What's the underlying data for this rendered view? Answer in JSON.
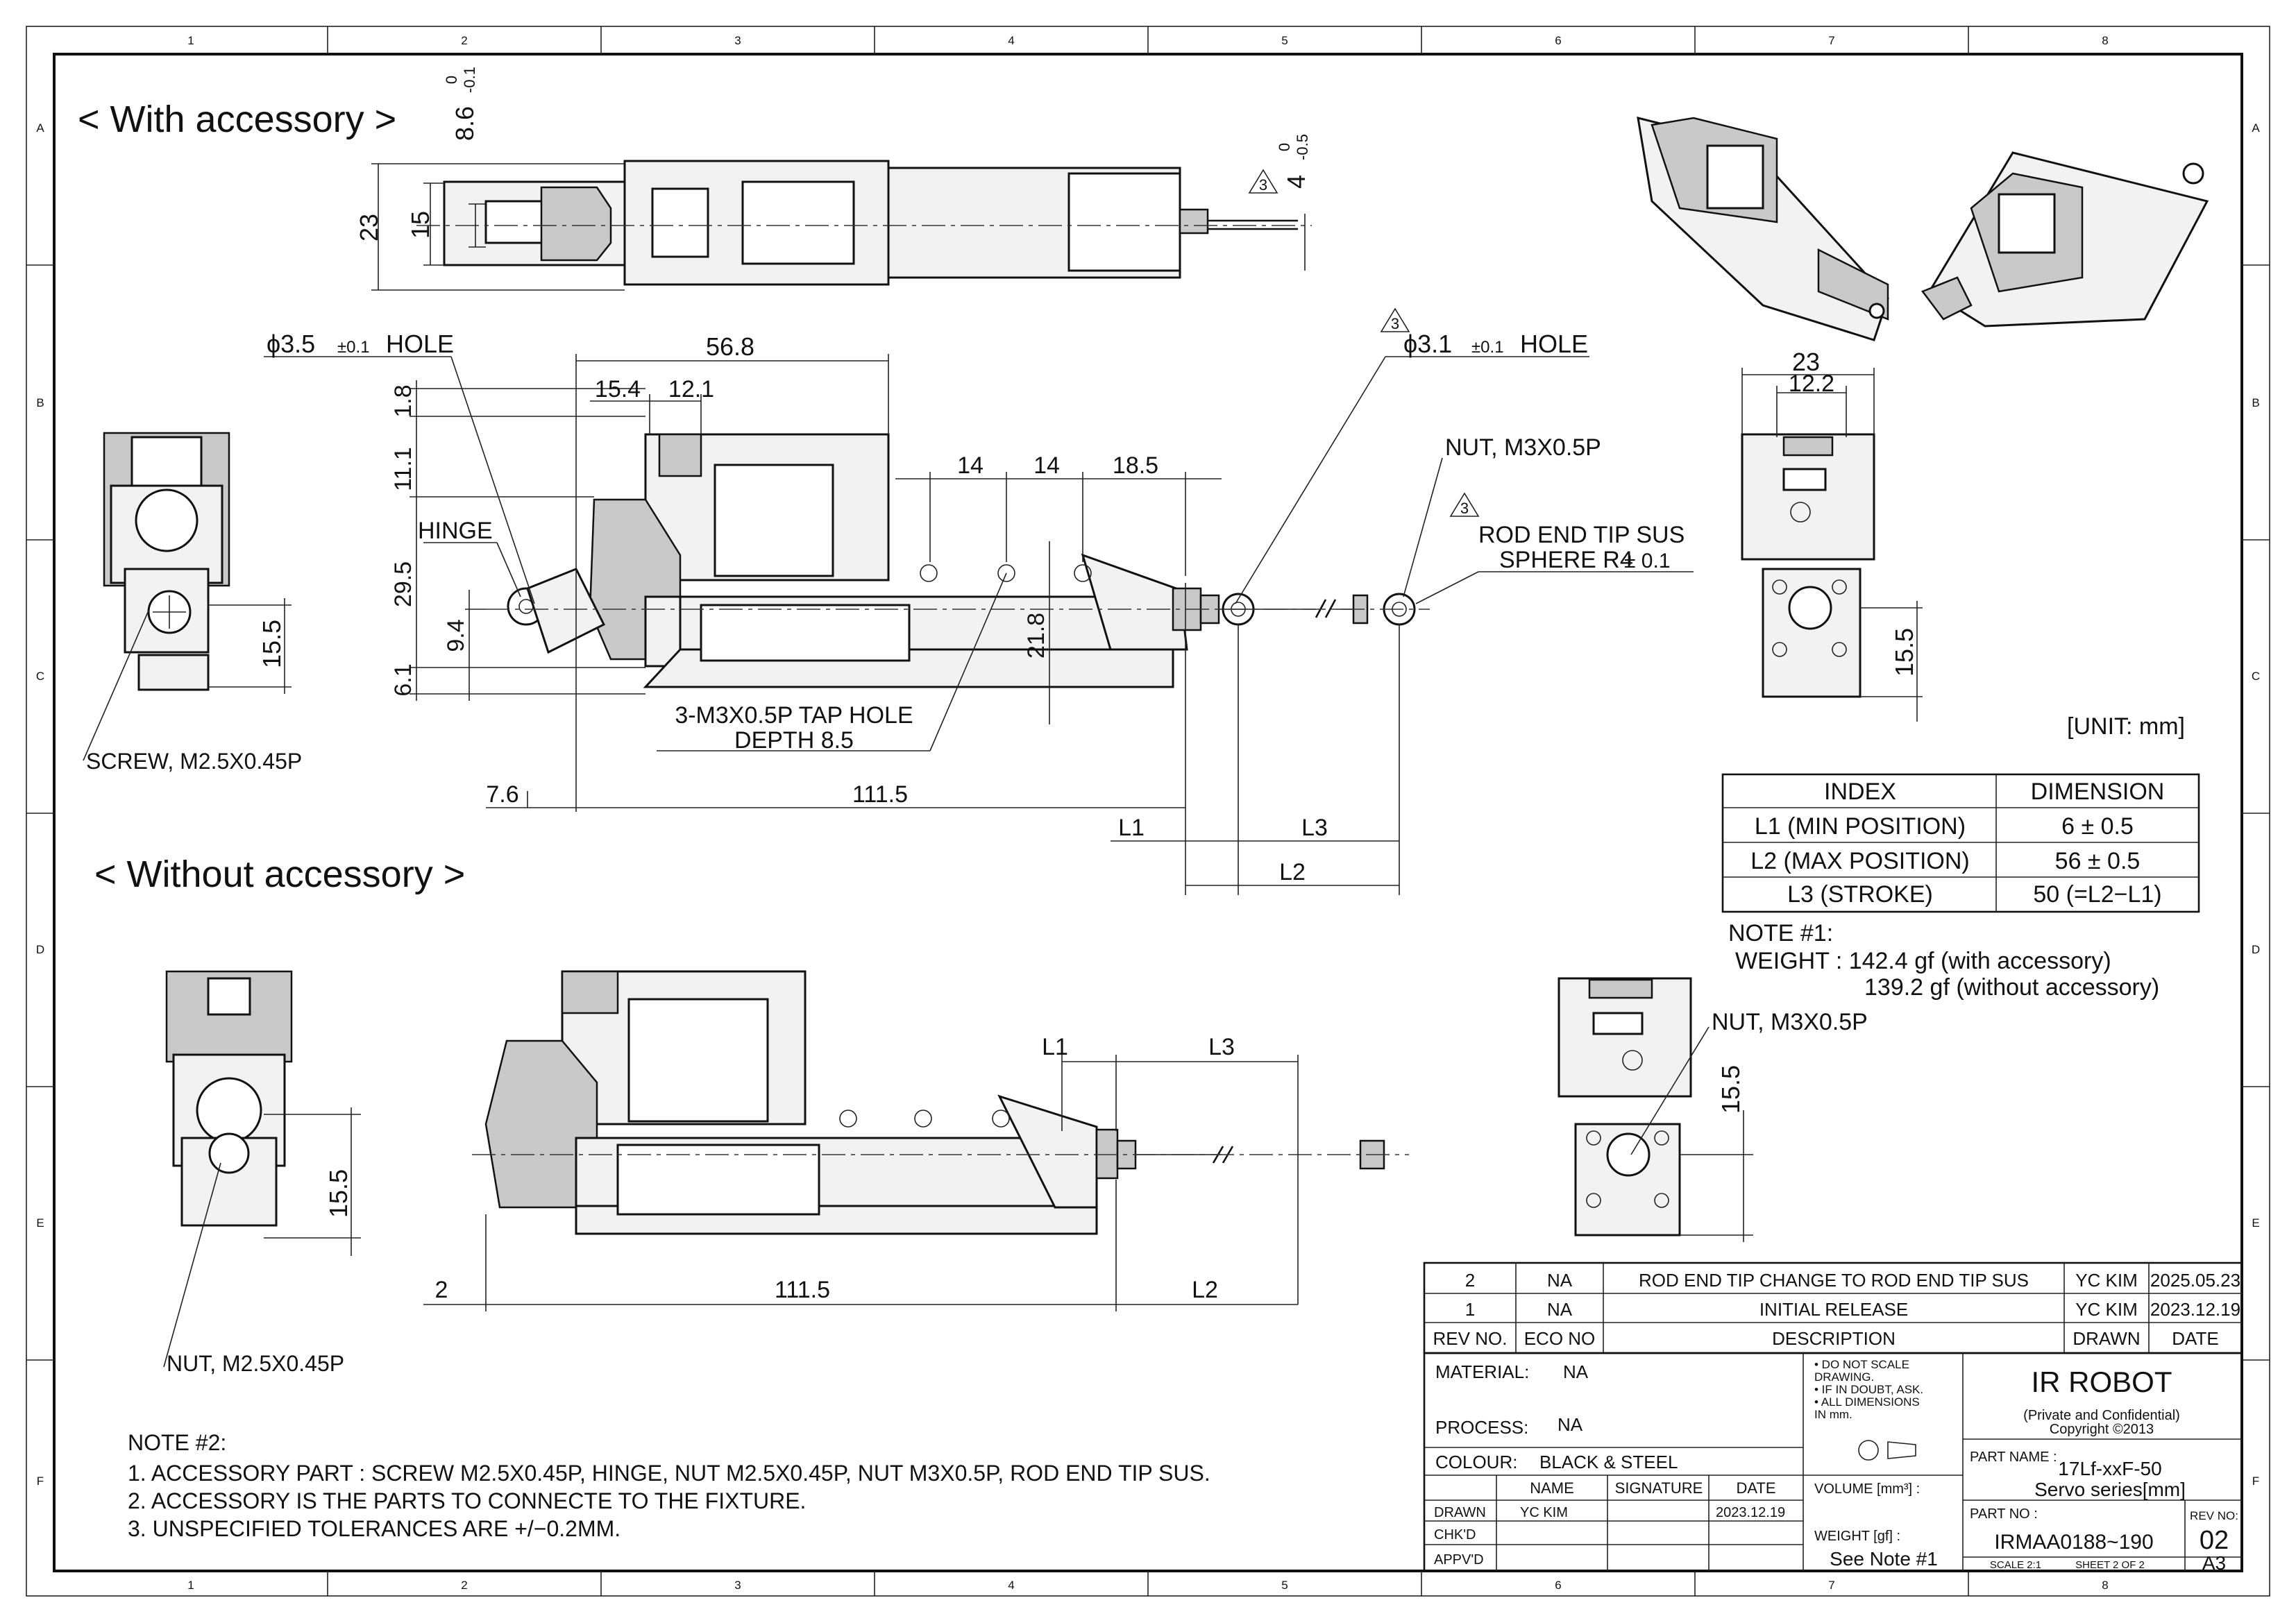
{
  "border": {
    "columns": [
      "1",
      "2",
      "3",
      "4",
      "5",
      "6",
      "7",
      "8"
    ],
    "rows": [
      "A",
      "B",
      "C",
      "D",
      "E",
      "F"
    ]
  },
  "views": {
    "with_title": "< With accessory >",
    "without_title": "< Without accessory >"
  },
  "with_dims": {
    "top_tol_a": "0",
    "top_tol_b": "-0.1",
    "top_height": "8.6",
    "d23": "23",
    "d15": "15",
    "rev_tag": "3",
    "rod_tol_a": "0",
    "rod_tol_b": "-0.5",
    "rod_dim": "4",
    "hole_left": "ϕ3.5",
    "hole_left_tol": "±0.1",
    "hole_left_word": "HOLE",
    "hole_right": "ϕ3.1",
    "hole_right_tol": "±0.1",
    "hole_right_word": "HOLE",
    "d56_8": "56.8",
    "d15_4": "15.4",
    "d12_1": "12.1",
    "d1_8": "1.8",
    "d11_1": "11.1",
    "d29_5": "29.5",
    "d9_4": "9.4",
    "d6_1": "6.1",
    "d14a": "14",
    "d14b": "14",
    "d18_5": "18.5",
    "d21_8": "21.8",
    "hinge": "HINGE",
    "nut_m3": "NUT, M3X0.5P",
    "rod_end_1": "ROD END TIP SUS",
    "rod_end_2": "SPHERE R4",
    "rod_end_tol": "± 0.1",
    "tap_1": "3-M3X0.5P TAP HOLE",
    "tap_2": "DEPTH 8.5",
    "d7_6": "7.6",
    "d111_5": "111.5",
    "l1": "L1",
    "l2": "L2",
    "l3": "L3",
    "screw": "SCREW, M2.5X0.45P",
    "d15_5_left": "15.5",
    "d23_right": "23",
    "d12_2": "12.2",
    "d15_5_right": "15.5"
  },
  "without_dims": {
    "l1": "L1",
    "l3": "L3",
    "l2": "L2",
    "d2": "2",
    "d111_5": "111.5",
    "d15_5_left": "15.5",
    "d15_5_right": "15.5",
    "nut_m3": "NUT, M3X0.5P",
    "nut_m25": "NUT, M2.5X0.45P"
  },
  "unit_label": "[UNIT: mm]",
  "dimension_table": {
    "headers": [
      "INDEX",
      "DIMENSION"
    ],
    "rows": [
      [
        "L1 (MIN POSITION)",
        "6 ± 0.5"
      ],
      [
        "L2 (MAX POSITION)",
        "56 ± 0.5"
      ],
      [
        "L3 (STROKE)",
        "50 (=L2−L1)"
      ]
    ]
  },
  "note1": {
    "title": "NOTE #1:",
    "weight_label": "WEIGHT : 142.4 gf  (with accessory)",
    "weight_line2": "139.2 gf  (without accessory)"
  },
  "note2": {
    "title": "NOTE #2:",
    "lines": [
      "1. ACCESSORY PART :  SCREW M2.5X0.45P, HINGE, NUT M2.5X0.45P, NUT M3X0.5P, ROD END TIP SUS.",
      "2. ACCESSORY IS THE PARTS TO CONNECTE TO THE FIXTURE.",
      "3. UNSPECIFIED TOLERANCES ARE +/−0.2MM."
    ]
  },
  "revisions": {
    "rows": [
      [
        "2",
        "NA",
        "ROD END TIP CHANGE TO ROD END TIP SUS",
        "YC KIM",
        "2025.05.23"
      ],
      [
        "1",
        "NA",
        "INITIAL RELEASE",
        "YC KIM",
        "2023.12.19"
      ]
    ],
    "headers": [
      "REV NO.",
      "ECO NO",
      "DESCRIPTION",
      "DRAWN",
      "DATE"
    ]
  },
  "title_block": {
    "material_label": "MATERIAL:",
    "material_value": "NA",
    "process_label": "PROCESS:",
    "process_value": "NA",
    "colour_label": "COLOUR:",
    "colour_value": "BLACK & STEEL",
    "col_name": "NAME",
    "col_signature": "SIGNATURE",
    "col_date": "DATE",
    "drawn_label": "DRAWN",
    "drawn_name": "YC KIM",
    "drawn_date": "2023.12.19",
    "chkd_label": "CHK'D",
    "apprd_label": "APPV'D",
    "notes": [
      "• DO NOT SCALE",
      "  DRAWING.",
      "• IF IN DOUBT, ASK.",
      "• ALL DIMENSIONS",
      "  IN mm."
    ],
    "volume_label": "VOLUME [mm³] :",
    "weight_label": "WEIGHT [gf] :",
    "weight_value": "See Note #1",
    "company": "IR ROBOT",
    "confidential": "(Private and Confidential)",
    "copyright": "Copyright ©2013",
    "part_name_label": "PART NAME :",
    "part_name_1": "17Lf-xxF-50",
    "part_name_2": "Servo series[mm]",
    "part_no_label": "PART NO :",
    "part_no": "IRMAA0188~190",
    "rev_label": "REV NO:",
    "rev_value": "02",
    "scale": "SCALE  2:1",
    "sheet": "SHEET 2 OF 2",
    "size": "A3"
  }
}
